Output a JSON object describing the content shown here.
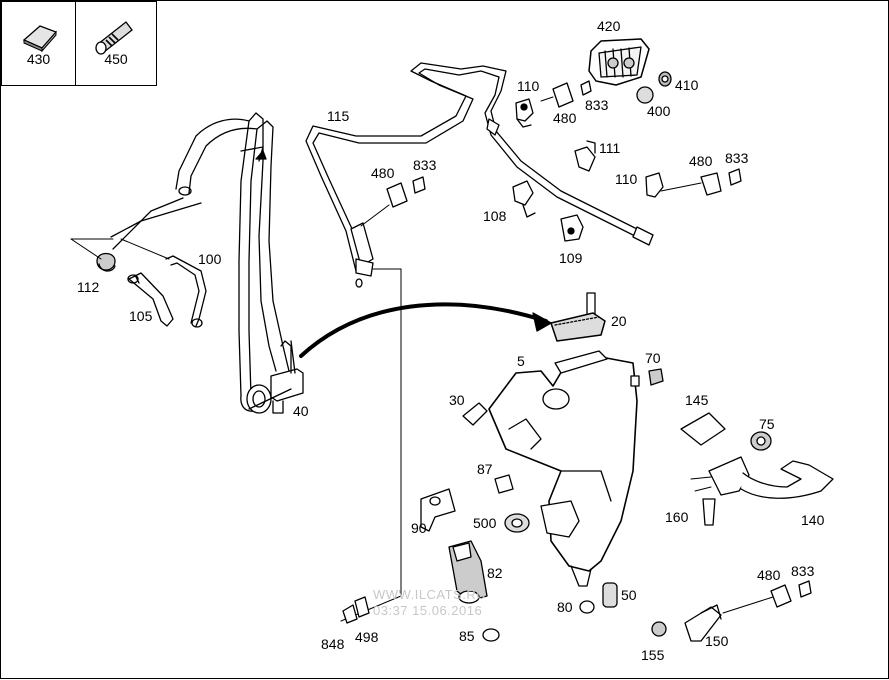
{
  "legend": [
    {
      "label": "430"
    },
    {
      "label": "450"
    }
  ],
  "callouts": {
    "c420": "420",
    "c110a": "110",
    "c833a": "833",
    "c410": "410",
    "c480a": "480",
    "c400": "400",
    "c115": "115",
    "c111": "111",
    "c480b": "480",
    "c833b": "833",
    "c110b": "110",
    "c480c": "480",
    "c833c": "833",
    "c108": "108",
    "c109": "109",
    "c100": "100",
    "c112": "112",
    "c105": "105",
    "c20": "20",
    "c5": "5",
    "c70": "70",
    "c40": "40",
    "c30": "30",
    "c145": "145",
    "c75": "75",
    "c87": "87",
    "c90": "90",
    "c500": "500",
    "c160": "160",
    "c140": "140",
    "c82": "82",
    "c480d": "480",
    "c833d": "833",
    "c50": "50",
    "c80": "80",
    "c848": "848",
    "c498": "498",
    "c85": "85",
    "c155": "155",
    "c150": "150"
  },
  "watermark": {
    "line1": "WWW.ILCATS.RU",
    "line2": "03:37 15.06.2016"
  }
}
